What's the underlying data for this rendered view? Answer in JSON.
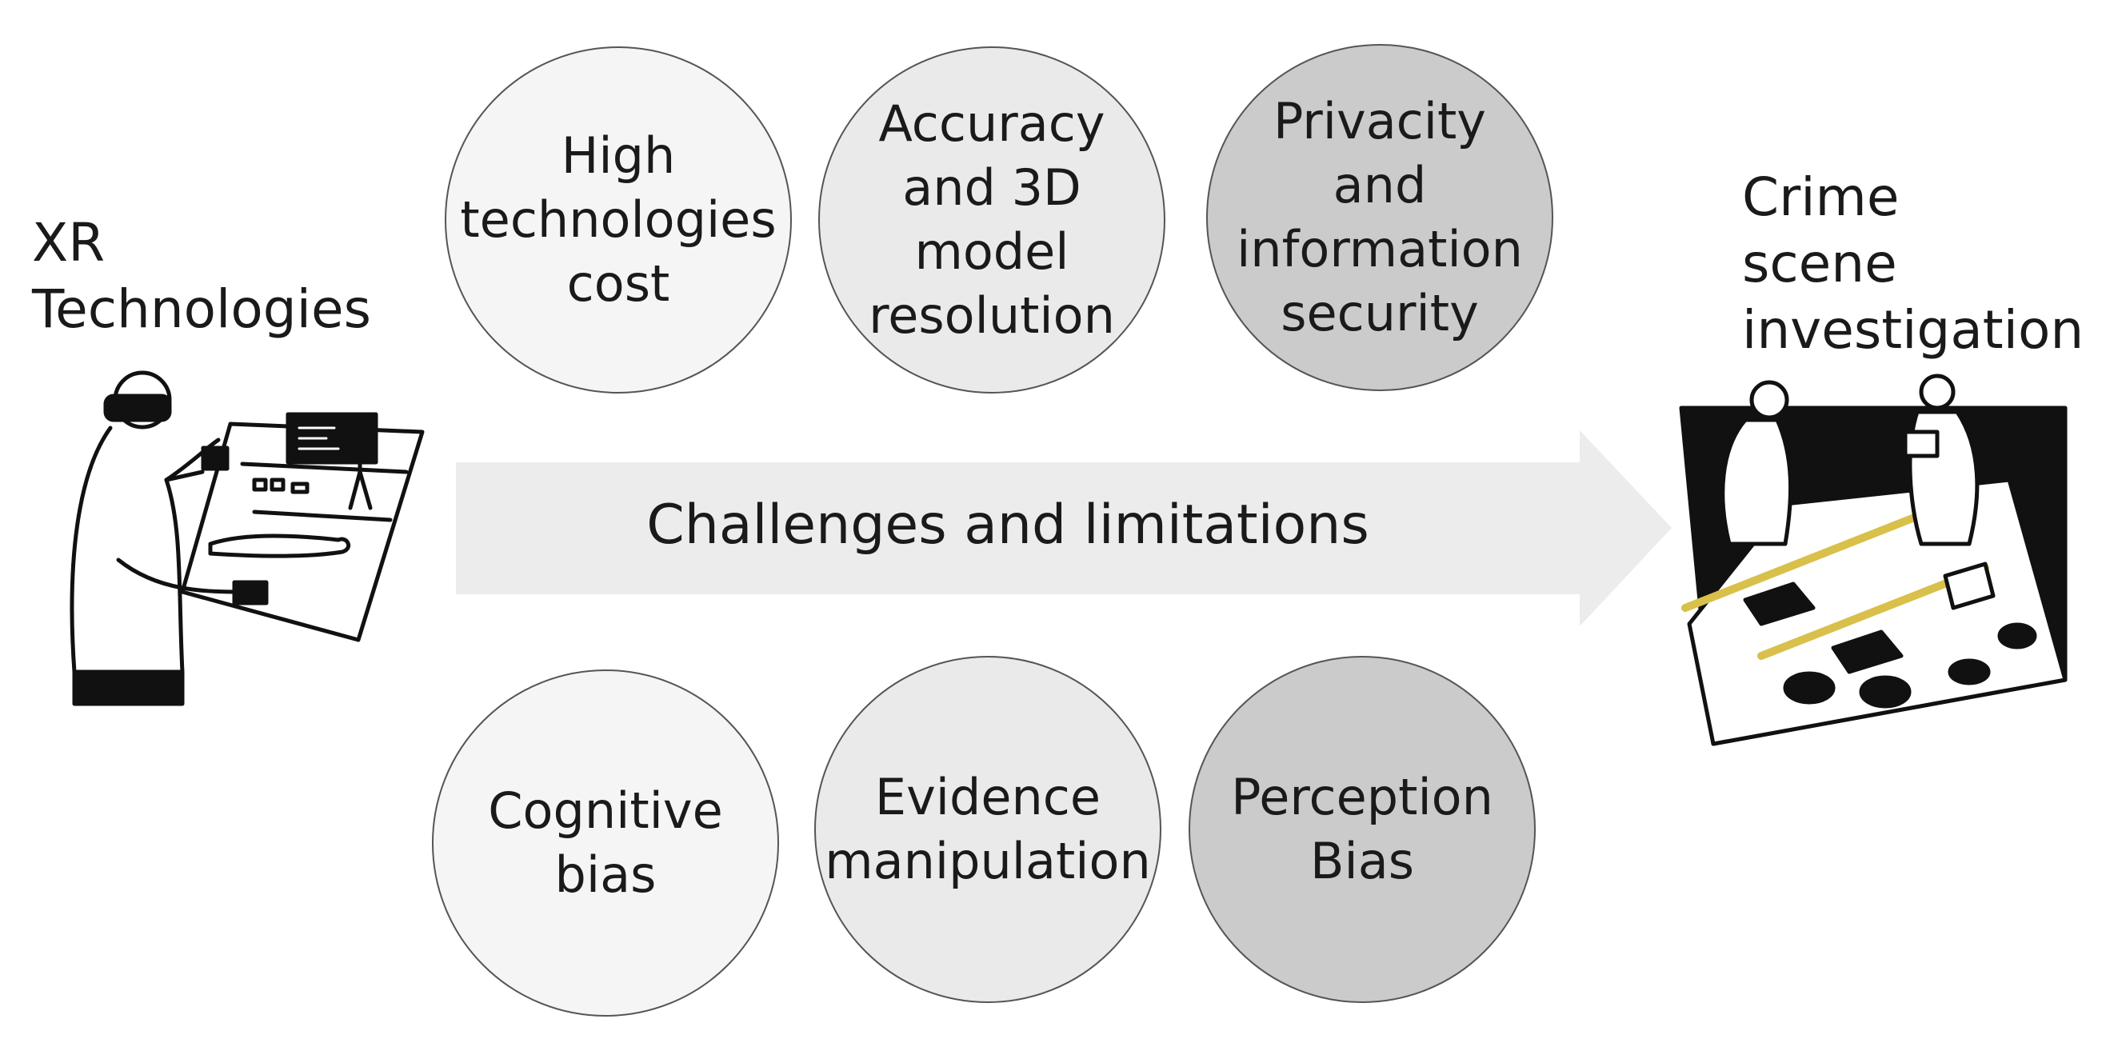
{
  "left_node": {
    "label": "XR\nTechnologies",
    "icon": "vr-headset-person-icon"
  },
  "right_node": {
    "label": "Crime\nscene\ninvestigation",
    "icon": "crime-scene-icon"
  },
  "arrow": {
    "label": "Challenges and limitations",
    "color": "#ececec"
  },
  "challenges_top": [
    {
      "label": "High\ntechnologies\ncost",
      "color": "#f5f5f5"
    },
    {
      "label": "Accuracy\nand 3D model\nresolution",
      "color": "#eaeaea"
    },
    {
      "label": "Privacity\nand\ninformation\nsecurity",
      "color": "#cbcbcb"
    }
  ],
  "challenges_bottom": [
    {
      "label": "Cognitive\nbias",
      "color": "#f5f5f5"
    },
    {
      "label": "Evidence\nmanipulation",
      "color": "#eaeaea"
    },
    {
      "label": "Perception\nBias",
      "color": "#cbcbcb"
    }
  ]
}
